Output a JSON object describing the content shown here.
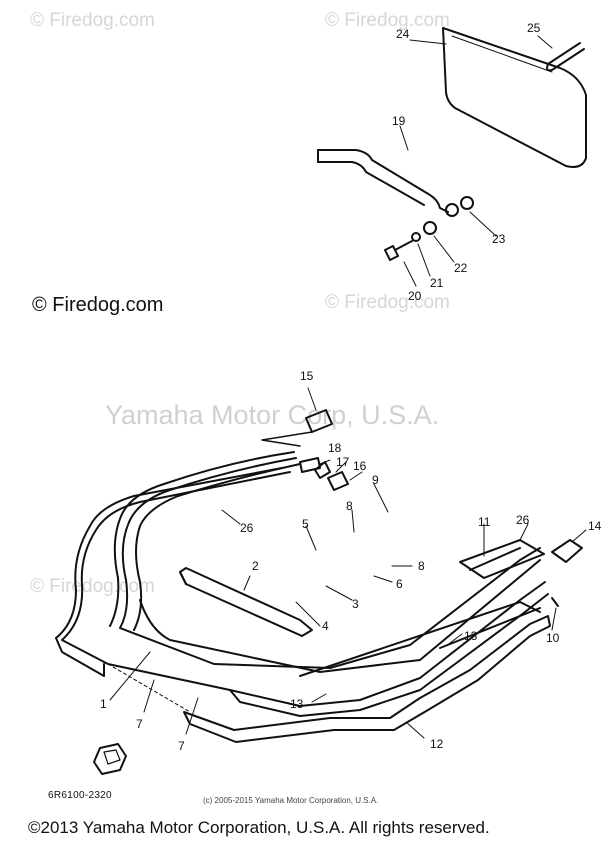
{
  "watermarks": {
    "firedog": "© Firedog.com",
    "firedog_dark": "© Firedog.com",
    "yamaha": "Yamaha Motor Corp, U.S.A."
  },
  "callouts": [
    "1",
    "2",
    "3",
    "4",
    "5",
    "6",
    "7",
    "7",
    "8",
    "8",
    "9",
    "10",
    "11",
    "12",
    "13",
    "13",
    "14",
    "15",
    "16",
    "17",
    "18",
    "19",
    "20",
    "21",
    "22",
    "23",
    "24",
    "25",
    "26",
    "26"
  ],
  "drawing_code": "6R6100-2320",
  "small_copyright": "(c) 2005-2015 Yamaha Motor Corporation, U.S.A.",
  "copyright": "©2013 Yamaha Motor Corporation, U.S.A. All rights reserved.",
  "colors": {
    "ink": "#111111",
    "watermark": "#d6d6d6",
    "background": "#ffffff"
  }
}
